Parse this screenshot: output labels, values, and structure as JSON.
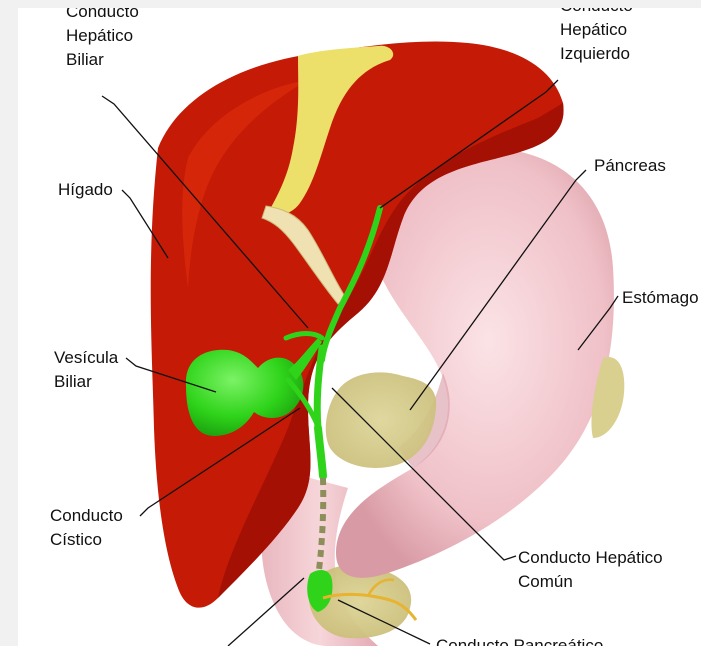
{
  "labels": {
    "hepatico_biliar": [
      "Conducto",
      "Hepático",
      "Biliar"
    ],
    "hepatico_izquierdo": [
      "Conducto",
      "Hepático",
      "Izquierdo"
    ],
    "higado": "Hígado",
    "pancreas": "Páncreas",
    "estomago": "Estómago",
    "vesicula": [
      "Vesícula",
      "Biliar"
    ],
    "cistico": [
      "Conducto",
      "Cístico"
    ],
    "hepatico_comun": [
      "Conducto Hepático",
      "Común"
    ],
    "bottom_partial": "Conducto Pancreático"
  },
  "colors": {
    "liver": "#c51a06",
    "liver_dark": "#9e0f05",
    "stomach": "#f1c6cc",
    "pancreas": "#d9cf8f",
    "gallbladder": "#2fd41a",
    "ligament": "#ecdf6a"
  }
}
